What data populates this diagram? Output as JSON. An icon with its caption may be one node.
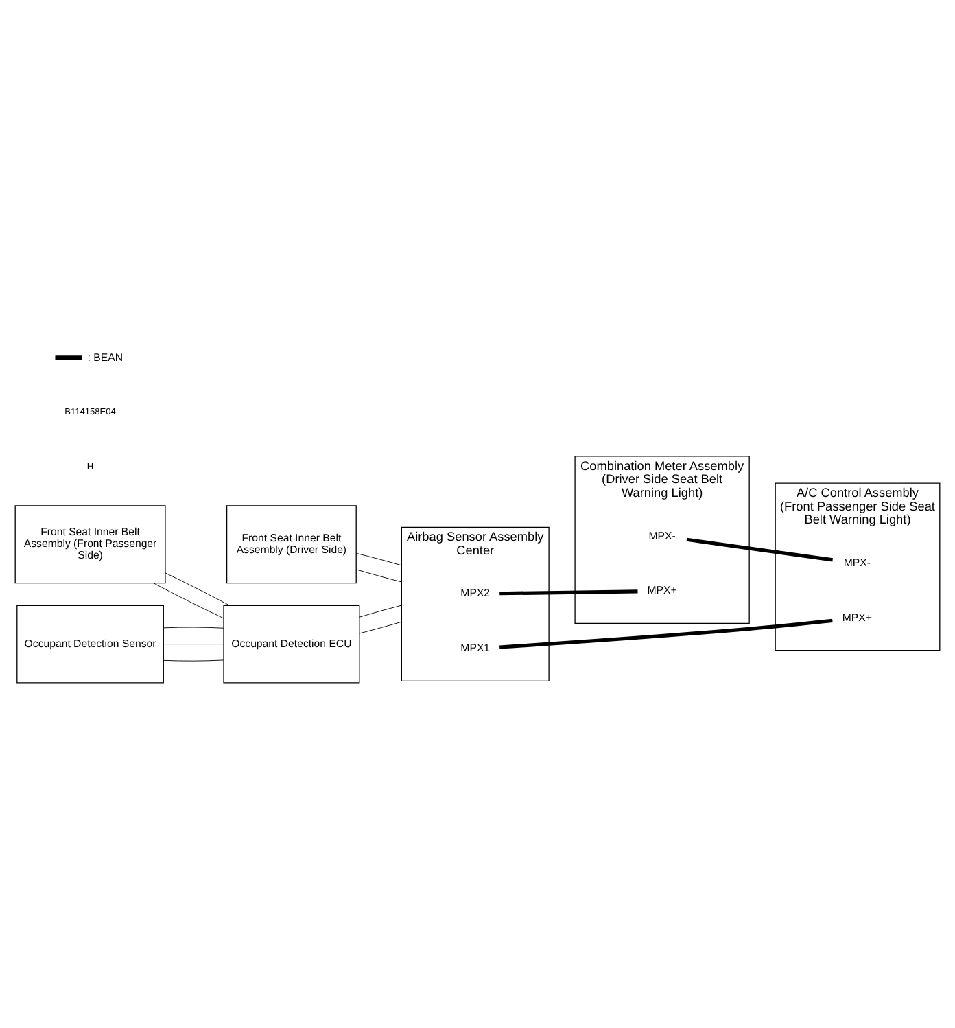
{
  "diagram": {
    "nodes": [
      {
        "text": [
          "Front Seat Inner Belt Assembly (Driver Side)"
        ]
      },
      {
        "text": [
          "Airbag Sensor Assembly Center"
        ]
      },
      {
        "text": [
          "MPX2"
        ],
        "in": 1
      },
      {
        "text": [
          "MPX1"
        ],
        "in": 1
      },
      {
        "text": [
          "Combination Meter Assembly (Driver Side Seat Belt Warning Light)"
        ]
      },
      {
        "text": [
          "MPX+"
        ],
        "in": 4
      },
      {
        "text": [
          "MPX-"
        ],
        "in": 4
      },
      {
        "text": [
          "Front Seat Inner Belt Assembly (Front Passenger  Side)"
        ]
      },
      {
        "text": [
          "Occupant Detection ECU"
        ]
      },
      {
        "text": [
          "A/C Control Assembly (Front Passenger Side Seat Belt Warning Light)"
        ]
      },
      {
        "text": [
          "MPX-"
        ],
        "in": 9
      },
      {
        "text": [
          "MPX+"
        ],
        "in": 9
      },
      {
        "text": [
          "Occupant Detection Sensor"
        ]
      }
    ],
    "edges": [
      {
        "from": 0,
        "to": 1,
        "arrow": "none"
      },
      {
        "from": 0,
        "to": 1,
        "arrow": "none"
      },
      {
        "from": 2,
        "to": 5,
        "arrow": "none",
        "style": "thick"
      },
      {
        "from": 6,
        "to": 10,
        "arrow": "none",
        "style": "thick"
      },
      {
        "from": 7,
        "to": 8,
        "arrow": "none"
      },
      {
        "from": 7,
        "to": 8,
        "arrow": "none"
      },
      {
        "from": 8,
        "to": 1,
        "arrow": "none"
      },
      {
        "from": 8,
        "to": 1,
        "arrow": "none"
      },
      {
        "from": 12,
        "to": 8,
        "arrow": "none"
      },
      {
        "from": 12,
        "to": 8,
        "arrow": "none"
      },
      {
        "from": 12,
        "to": 8,
        "arrow": "none"
      },
      {
        "from": 3,
        "to": 11,
        "arrow": "none",
        "style": "thick"
      }
    ],
    "labels": [
      "H",
      "B114158E04"
    ],
    "legend": [
      {
        "text": ": BEAN"
      }
    ]
  }
}
